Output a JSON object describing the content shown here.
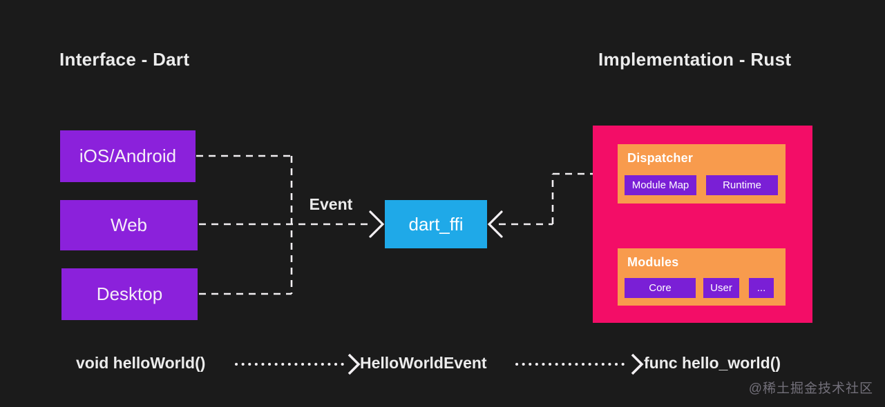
{
  "titles": {
    "left": "Interface - Dart",
    "right": "Implementation - Rust"
  },
  "interface_boxes": [
    {
      "label": "iOS/Android"
    },
    {
      "label": "Web"
    },
    {
      "label": "Desktop"
    }
  ],
  "event_label": "Event",
  "ffi_box": {
    "label": "dart_ffi"
  },
  "rust_panel": {
    "dispatcher": {
      "title": "Dispatcher",
      "chips": [
        "Module Map",
        "Runtime"
      ]
    },
    "modules": {
      "title": "Modules",
      "chips": [
        "Core",
        "User",
        "..."
      ]
    }
  },
  "bottom_flow": {
    "left": "void helloWorld()",
    "middle": "HelloWorldEvent",
    "right": "func hello_world()"
  },
  "watermark": "@稀土掘金技术社区",
  "colors": {
    "background": "#1b1b1b",
    "purple": "#8b21db",
    "chip-purple": "#7a1fd6",
    "blue": "#1fa9e8",
    "pink": "#f30d67",
    "orange": "#f89b4d",
    "title-text": "#ececec",
    "box-text": "#f5eef8",
    "line": "#f2eff2",
    "watermark-text": "#73707a"
  }
}
